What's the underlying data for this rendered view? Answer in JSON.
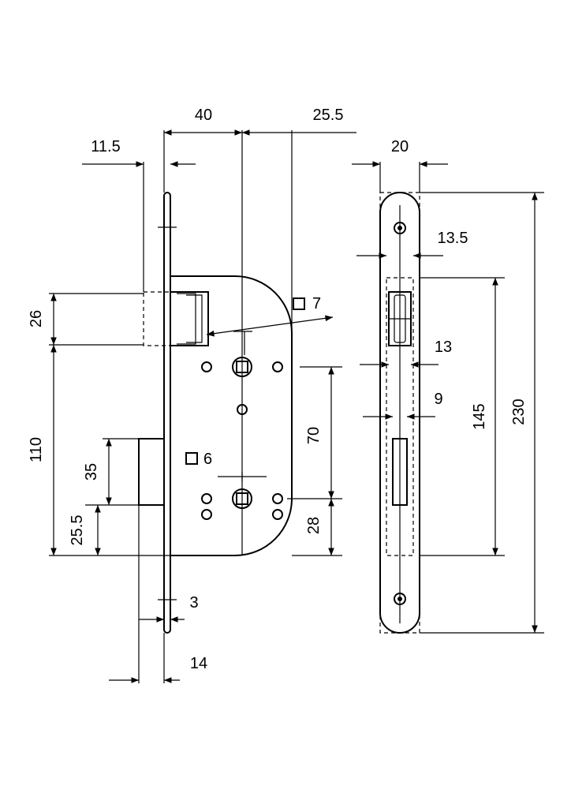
{
  "dimensions": {
    "top_40": "40",
    "top_25_5": "25.5",
    "top_11_5": "11.5",
    "front_20": "20",
    "front_13_5": "13.5",
    "front_13": "13",
    "front_9": "9",
    "front_145": "145",
    "front_230": "230",
    "left_26": "26",
    "left_110": "110",
    "left_35": "35",
    "left_25_5": "25.5",
    "right_70": "70",
    "right_28": "28",
    "bottom_3": "3",
    "bottom_14": "14"
  },
  "markers": {
    "square_7": "7",
    "square_6": "6"
  }
}
